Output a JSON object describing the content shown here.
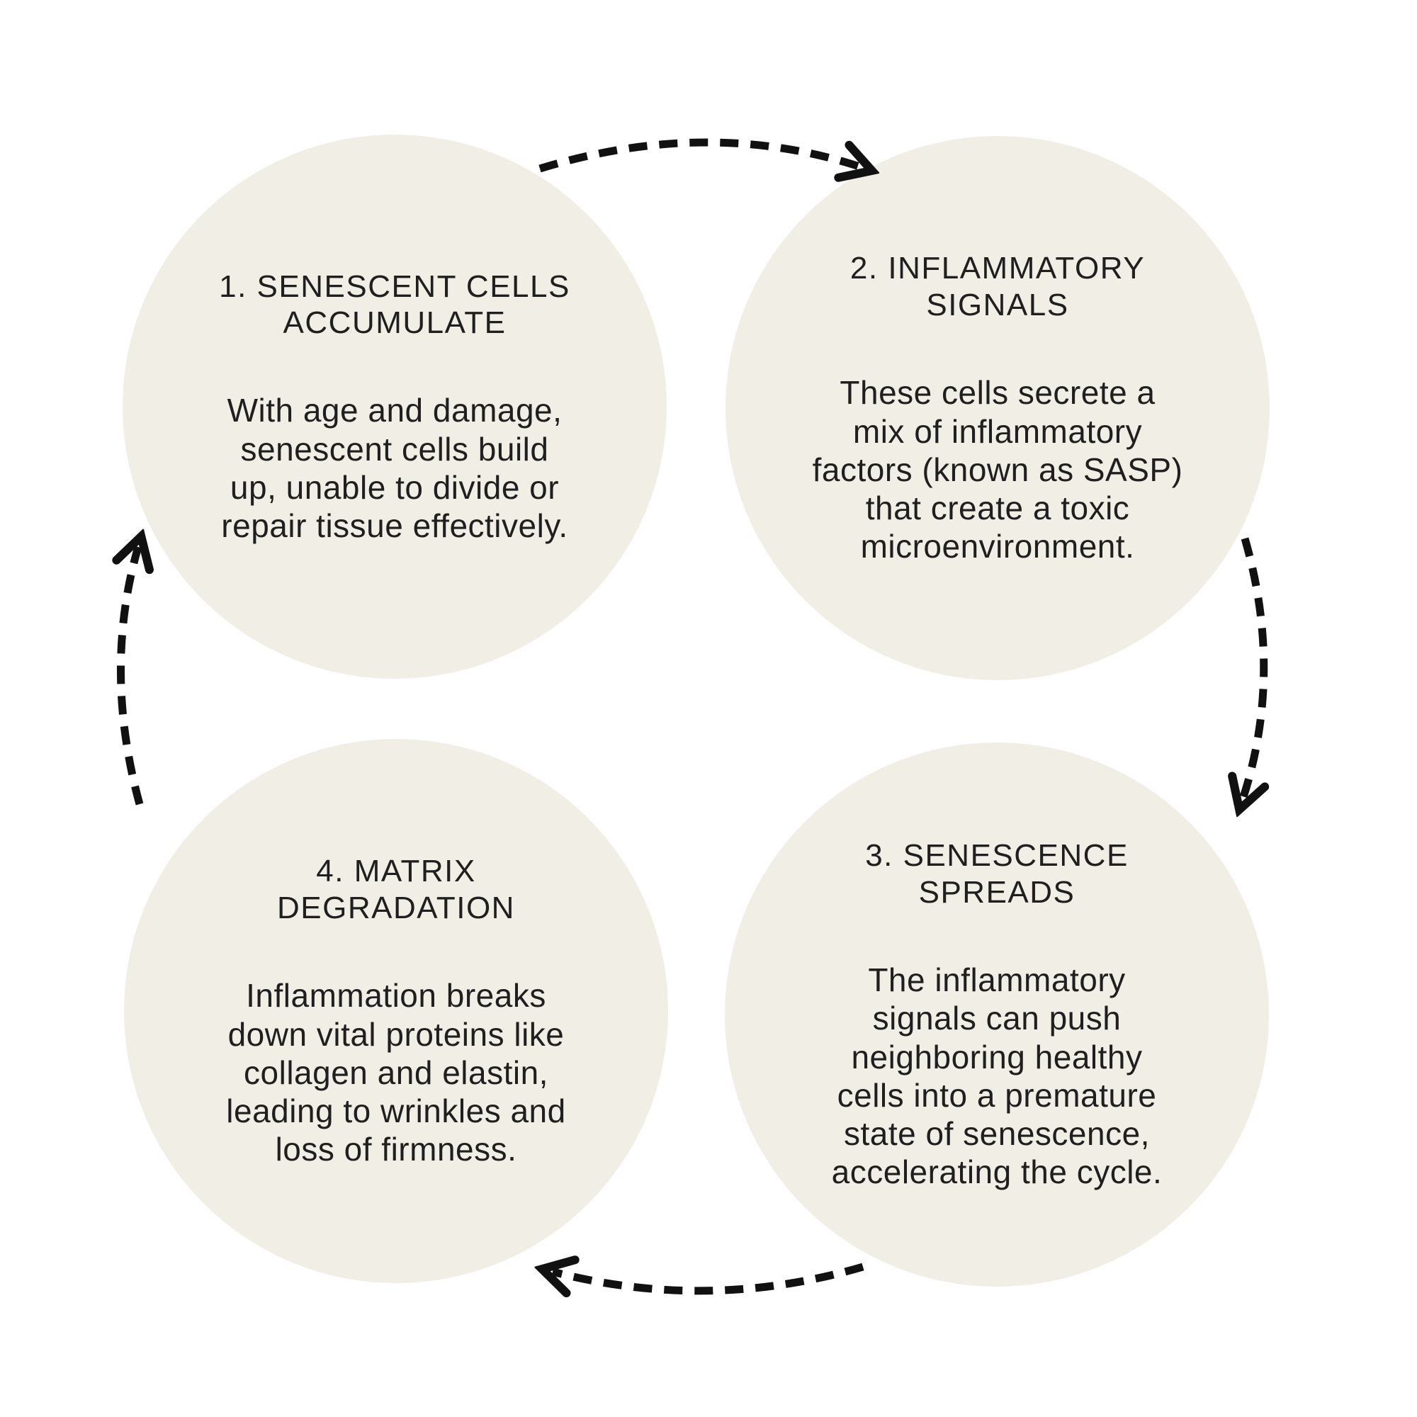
{
  "colors": {
    "background": "#ffffff",
    "circle_fill": "#f1eee6",
    "text": "#1f1f1f",
    "arrow": "#111111"
  },
  "diagram": {
    "type": "cycle",
    "steps": [
      {
        "title": "1. SENESCENT CELLS\nACCUMULATE",
        "description": "With age and damage,\nsenescent cells build\nup, unable to divide or\nrepair tissue effectively."
      },
      {
        "title": "2. INFLAMMATORY\nSIGNALS",
        "description": "These cells secrete a\nmix of inflammatory\nfactors (known as SASP)\nthat create a toxic\nmicroenvironment."
      },
      {
        "title": "3. SENESCENCE\nSPREADS",
        "description": "The inflammatory\nsignals can push\nneighboring healthy\ncells into a premature\nstate of senescence,\naccelerating the cycle."
      },
      {
        "title": "4. MATRIX\nDEGRADATION",
        "description": "Inflammation breaks\ndown vital proteins like\ncollagen and elastin,\nleading to wrinkles and\nloss of firmness."
      }
    ],
    "arrows": [
      {
        "name": "arrow-step1-to-step2",
        "from": "step-1",
        "to": "step-2",
        "style": "dashed-curved"
      },
      {
        "name": "arrow-step2-to-step3",
        "from": "step-2",
        "to": "step-3",
        "style": "dashed-curved"
      },
      {
        "name": "arrow-step3-to-step4",
        "from": "step-3",
        "to": "step-4",
        "style": "dashed-curved"
      },
      {
        "name": "arrow-step4-to-step1",
        "from": "step-4",
        "to": "step-1",
        "style": "dashed-curved"
      }
    ]
  }
}
